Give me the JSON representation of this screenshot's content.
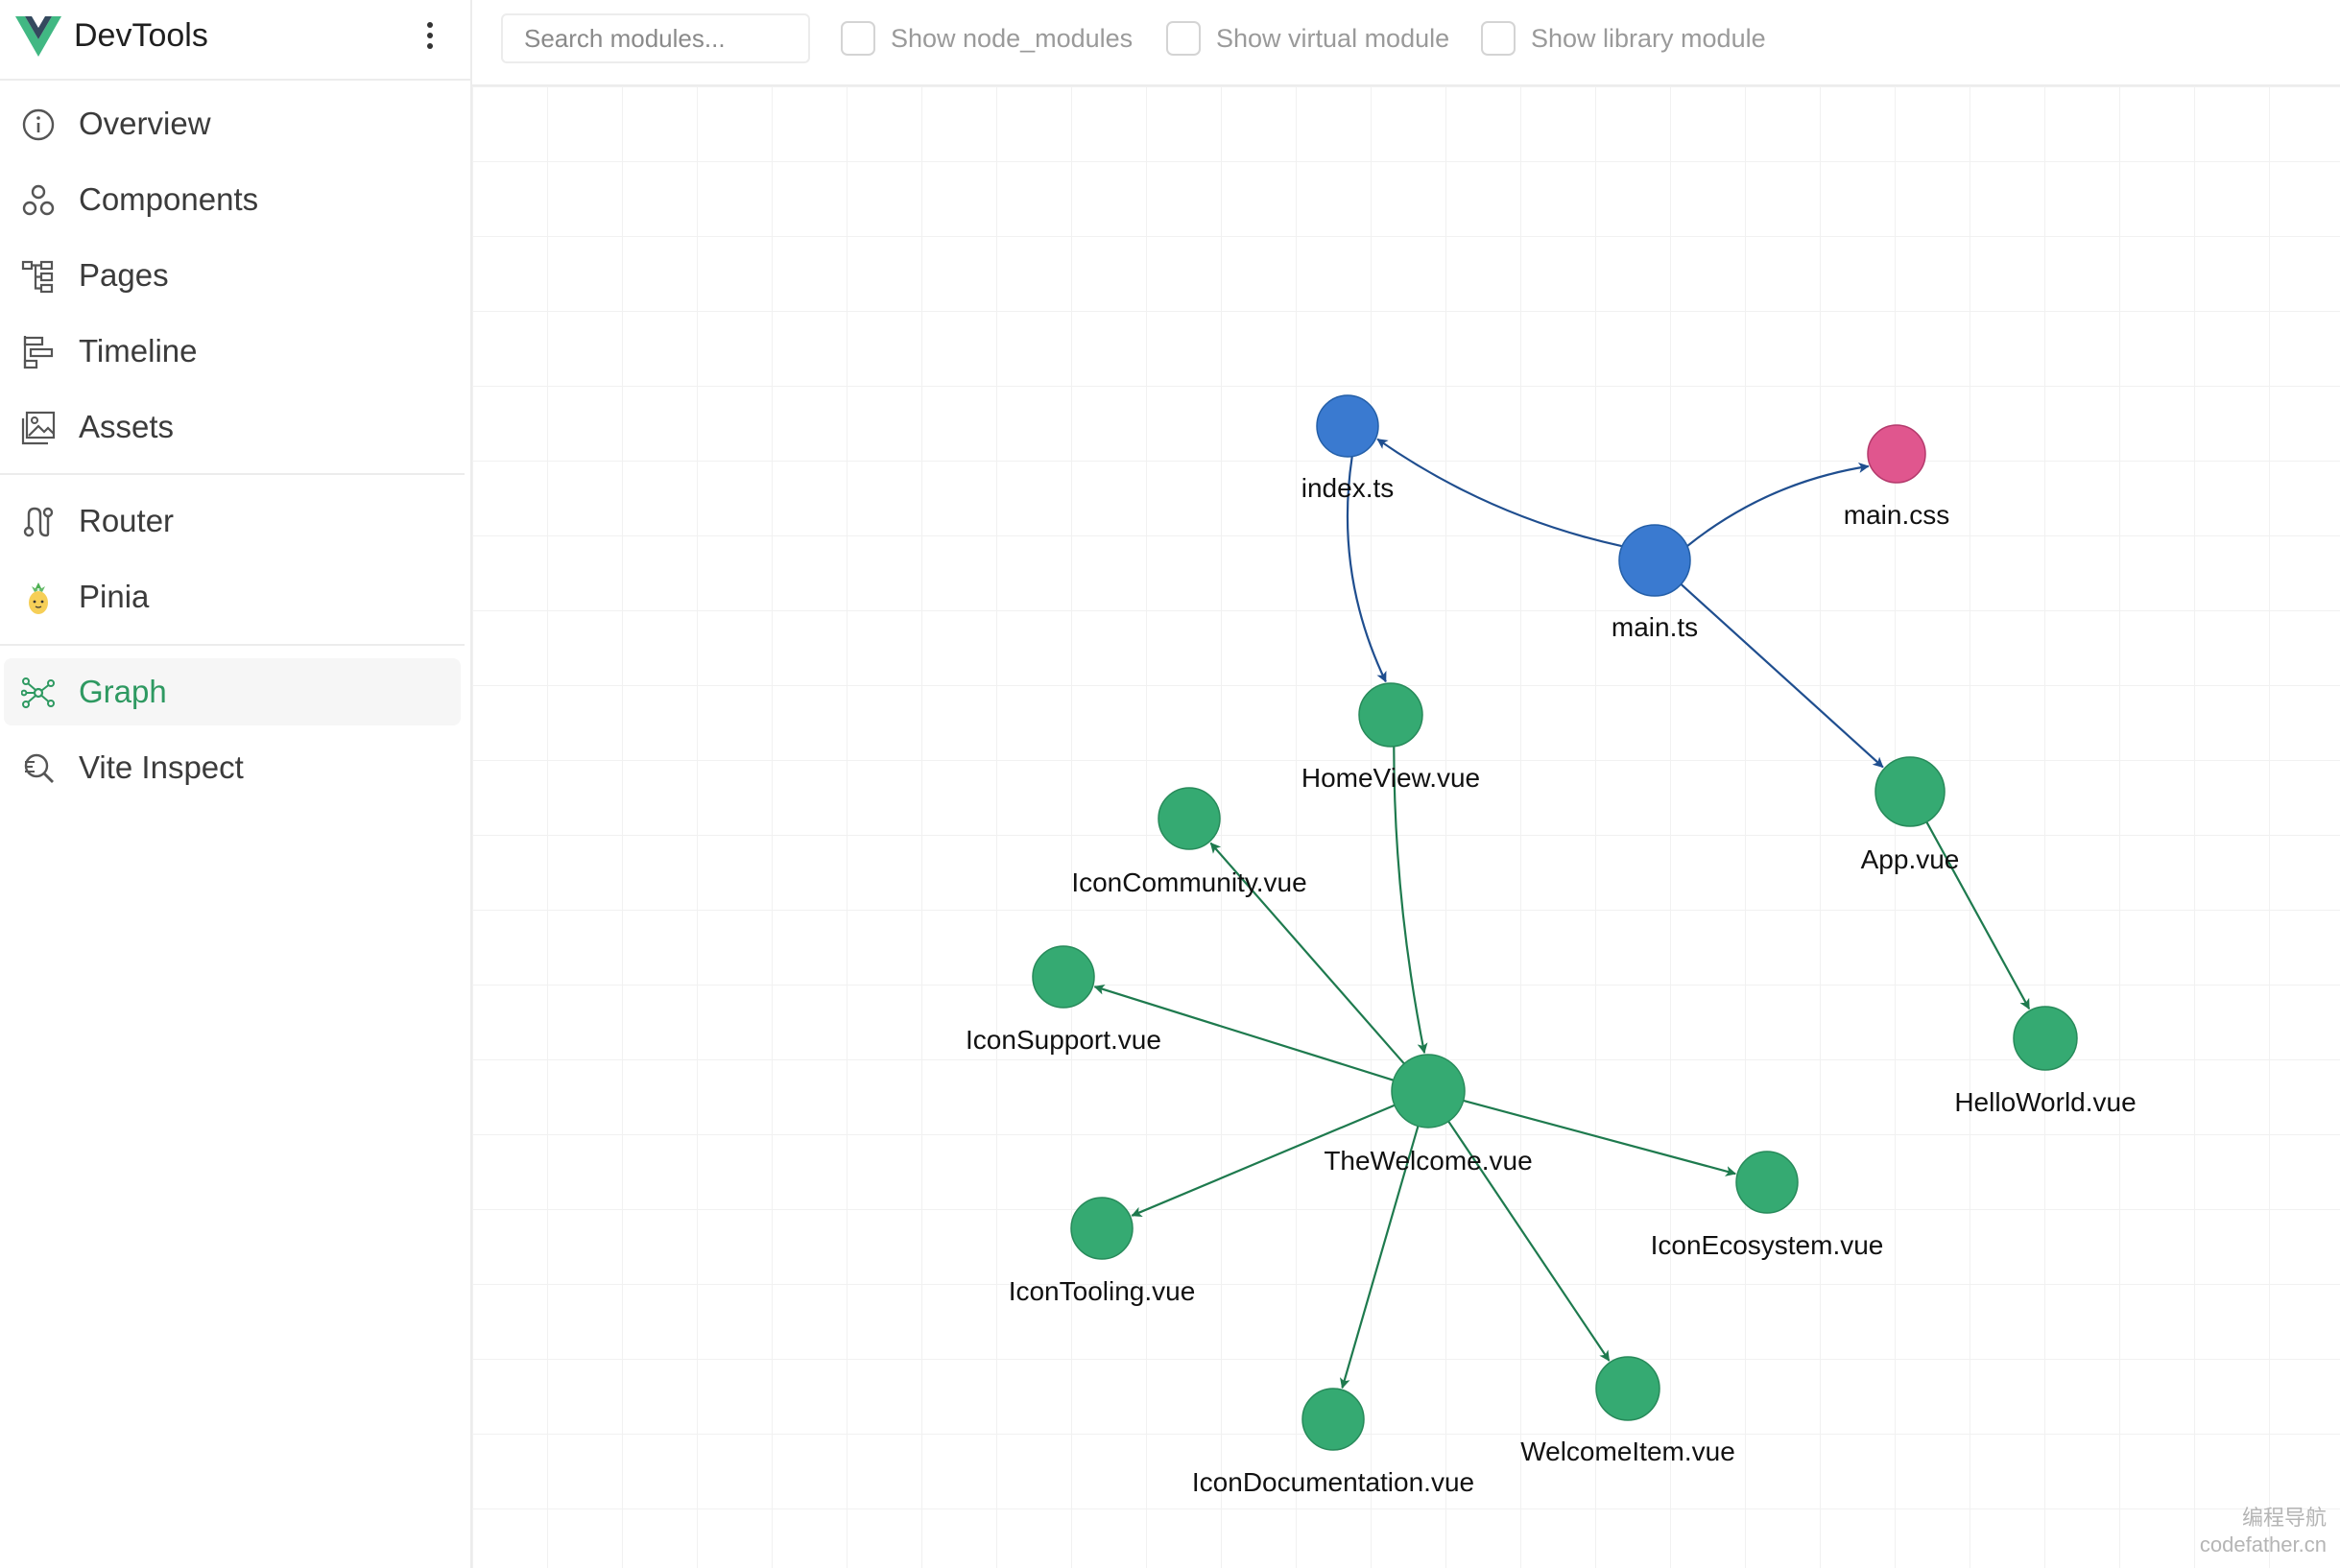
{
  "app": {
    "title": "DevTools"
  },
  "sidebar": {
    "items": [
      {
        "label": "Overview",
        "icon": "info-circle-icon"
      },
      {
        "label": "Components",
        "icon": "components-icon"
      },
      {
        "label": "Pages",
        "icon": "tree-icon"
      },
      {
        "label": "Timeline",
        "icon": "timeline-icon"
      },
      {
        "label": "Assets",
        "icon": "image-icon"
      },
      {
        "label": "Router",
        "icon": "route-icon"
      },
      {
        "label": "Pinia",
        "icon": "pineapple-icon"
      },
      {
        "label": "Graph",
        "icon": "graph-icon",
        "active": true
      },
      {
        "label": "Vite Inspect",
        "icon": "inspect-icon"
      }
    ]
  },
  "toolbar": {
    "search_placeholder": "Search modules...",
    "filters": [
      {
        "label": "Show node_modules",
        "checked": false
      },
      {
        "label": "Show virtual module",
        "checked": false
      },
      {
        "label": "Show library module",
        "checked": false
      }
    ]
  },
  "graph": {
    "colors": {
      "ts": "#3a7ad0",
      "css": "#e0568e",
      "vue": "#35aa72",
      "edge_blue": "#1f4e8f",
      "edge_green": "#1e7a4e",
      "accent": "#2e9961"
    },
    "nodes": [
      {
        "id": "index",
        "label": "index.ts",
        "kind": "ts"
      },
      {
        "id": "main",
        "label": "main.ts",
        "kind": "ts"
      },
      {
        "id": "maincss",
        "label": "main.css",
        "kind": "css"
      },
      {
        "id": "home",
        "label": "HomeView.vue",
        "kind": "vue"
      },
      {
        "id": "app",
        "label": "App.vue",
        "kind": "vue"
      },
      {
        "id": "community",
        "label": "IconCommunity.vue",
        "kind": "vue"
      },
      {
        "id": "support",
        "label": "IconSupport.vue",
        "kind": "vue"
      },
      {
        "id": "welcome",
        "label": "TheWelcome.vue",
        "kind": "vue"
      },
      {
        "id": "hello",
        "label": "HelloWorld.vue",
        "kind": "vue"
      },
      {
        "id": "ecosystem",
        "label": "IconEcosystem.vue",
        "kind": "vue"
      },
      {
        "id": "tooling",
        "label": "IconTooling.vue",
        "kind": "vue"
      },
      {
        "id": "item",
        "label": "WelcomeItem.vue",
        "kind": "vue"
      },
      {
        "id": "docs",
        "label": "IconDocumentation.vue",
        "kind": "vue"
      }
    ],
    "edges": [
      {
        "from": "main",
        "to": "index"
      },
      {
        "from": "main",
        "to": "maincss"
      },
      {
        "from": "main",
        "to": "app"
      },
      {
        "from": "index",
        "to": "home"
      },
      {
        "from": "home",
        "to": "welcome"
      },
      {
        "from": "app",
        "to": "hello"
      },
      {
        "from": "welcome",
        "to": "community"
      },
      {
        "from": "welcome",
        "to": "support"
      },
      {
        "from": "welcome",
        "to": "tooling"
      },
      {
        "from": "welcome",
        "to": "docs"
      },
      {
        "from": "welcome",
        "to": "item"
      },
      {
        "from": "welcome",
        "to": "ecosystem"
      }
    ]
  },
  "watermark": {
    "line1": "编程导航",
    "line2": "codefather.cn"
  }
}
